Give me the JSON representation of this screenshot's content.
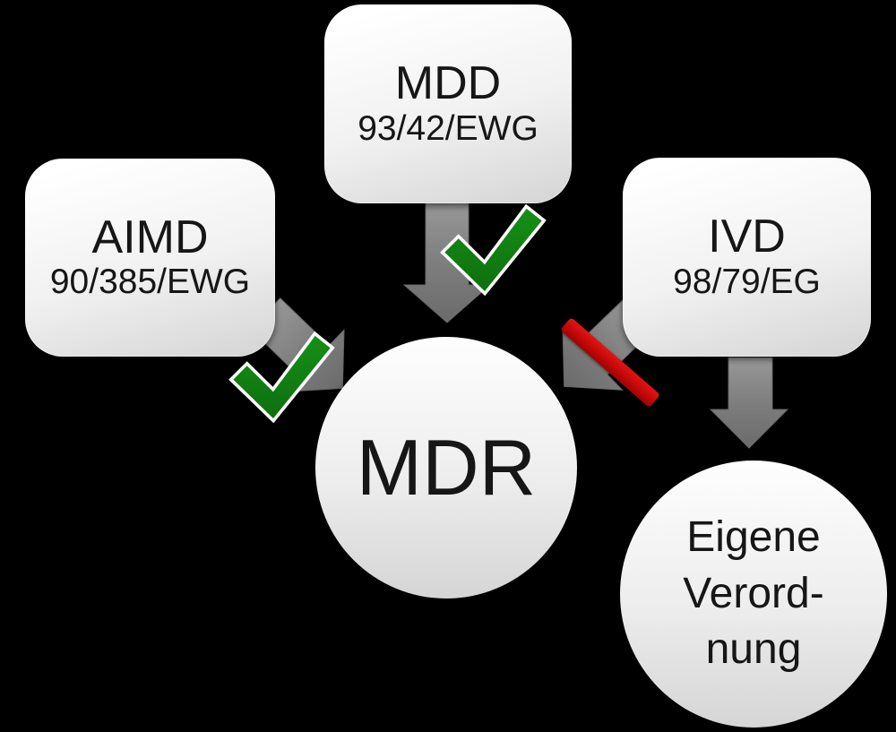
{
  "diagram": {
    "background_color": "#000000",
    "nodes": {
      "aimd": {
        "title": "AIMD",
        "subtitle": "90/385/EWG"
      },
      "mdd": {
        "title": "MDD",
        "subtitle": "93/42/EWG"
      },
      "ivd": {
        "title": "IVD",
        "subtitle": "98/79/EG"
      },
      "mdr": {
        "title": "MDR"
      },
      "eigene_verordnung": {
        "line1": "Eigene",
        "line2": "Verord-",
        "line3": "nung"
      }
    },
    "connectors": {
      "aimd_to_mdr": {
        "type": "arrow",
        "marker": "green-check"
      },
      "mdd_to_mdr": {
        "type": "arrow",
        "marker": "green-check"
      },
      "ivd_to_mdr": {
        "type": "arrow",
        "marker": "red-slash"
      },
      "ivd_to_eigene_verordnung": {
        "type": "arrow",
        "marker": "none"
      }
    },
    "colors": {
      "node_fill_top": "#ffffff",
      "node_fill_bottom": "#d4d4d4",
      "arrow_gray": "#7e7e7e",
      "check_green": "#128012",
      "slash_red": "#c50808",
      "text": "#161616"
    }
  }
}
